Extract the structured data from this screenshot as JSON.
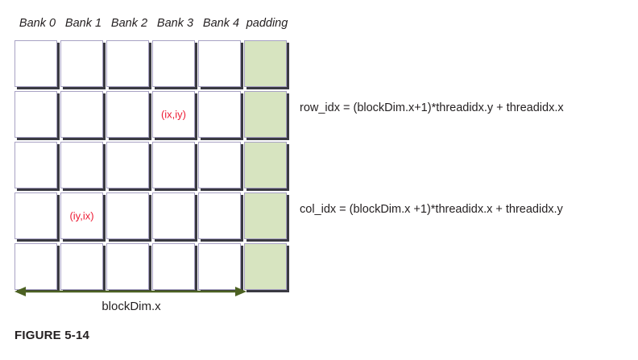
{
  "figure": {
    "caption": "FIGURE 5-14"
  },
  "headers": [
    {
      "label": "Bank 0"
    },
    {
      "label": "Bank 1"
    },
    {
      "label": "Bank 2"
    },
    {
      "label": "Bank 3"
    },
    {
      "label": "Bank 4"
    },
    {
      "label": "padding"
    }
  ],
  "grid": {
    "rows": 5,
    "columns": 6,
    "padding_column_index": 5,
    "cells": [
      [
        {
          "label": "",
          "type": "bank"
        },
        {
          "label": "",
          "type": "bank"
        },
        {
          "label": "",
          "type": "bank"
        },
        {
          "label": "",
          "type": "bank"
        },
        {
          "label": "",
          "type": "bank"
        },
        {
          "label": "",
          "type": "padding"
        }
      ],
      [
        {
          "label": "",
          "type": "bank"
        },
        {
          "label": "",
          "type": "bank"
        },
        {
          "label": "",
          "type": "bank"
        },
        {
          "label": "(ix,iy)",
          "type": "bank"
        },
        {
          "label": "",
          "type": "bank"
        },
        {
          "label": "",
          "type": "padding"
        }
      ],
      [
        {
          "label": "",
          "type": "bank"
        },
        {
          "label": "",
          "type": "bank"
        },
        {
          "label": "",
          "type": "bank"
        },
        {
          "label": "",
          "type": "bank"
        },
        {
          "label": "",
          "type": "bank"
        },
        {
          "label": "",
          "type": "padding"
        }
      ],
      [
        {
          "label": "",
          "type": "bank"
        },
        {
          "label": "(iy,ix)",
          "type": "bank"
        },
        {
          "label": "",
          "type": "bank"
        },
        {
          "label": "",
          "type": "bank"
        },
        {
          "label": "",
          "type": "bank"
        },
        {
          "label": "",
          "type": "padding"
        }
      ],
      [
        {
          "label": "",
          "type": "bank"
        },
        {
          "label": "",
          "type": "bank"
        },
        {
          "label": "",
          "type": "bank"
        },
        {
          "label": "",
          "type": "bank"
        },
        {
          "label": "",
          "type": "bank"
        },
        {
          "label": "",
          "type": "padding"
        }
      ]
    ]
  },
  "formulas": {
    "row_idx": "row_idx = (blockDim.x+1)*threadidx.y + threadidx.x",
    "col_idx": "col_idx = (blockDim.x +1)*threadidx.x + threadidx.y"
  },
  "dimension_arrow": {
    "label": "blockDim.x",
    "icon": "double-headed-arrow-icon"
  },
  "colors": {
    "padding_fill": "#d7e4c0",
    "cell_border": "#a8a2c4",
    "cell_shadow": "#3a3a42",
    "highlight_text": "#ed1c35",
    "arrow": "#4c6122",
    "text": "#231f20",
    "background": "#ffffff"
  }
}
